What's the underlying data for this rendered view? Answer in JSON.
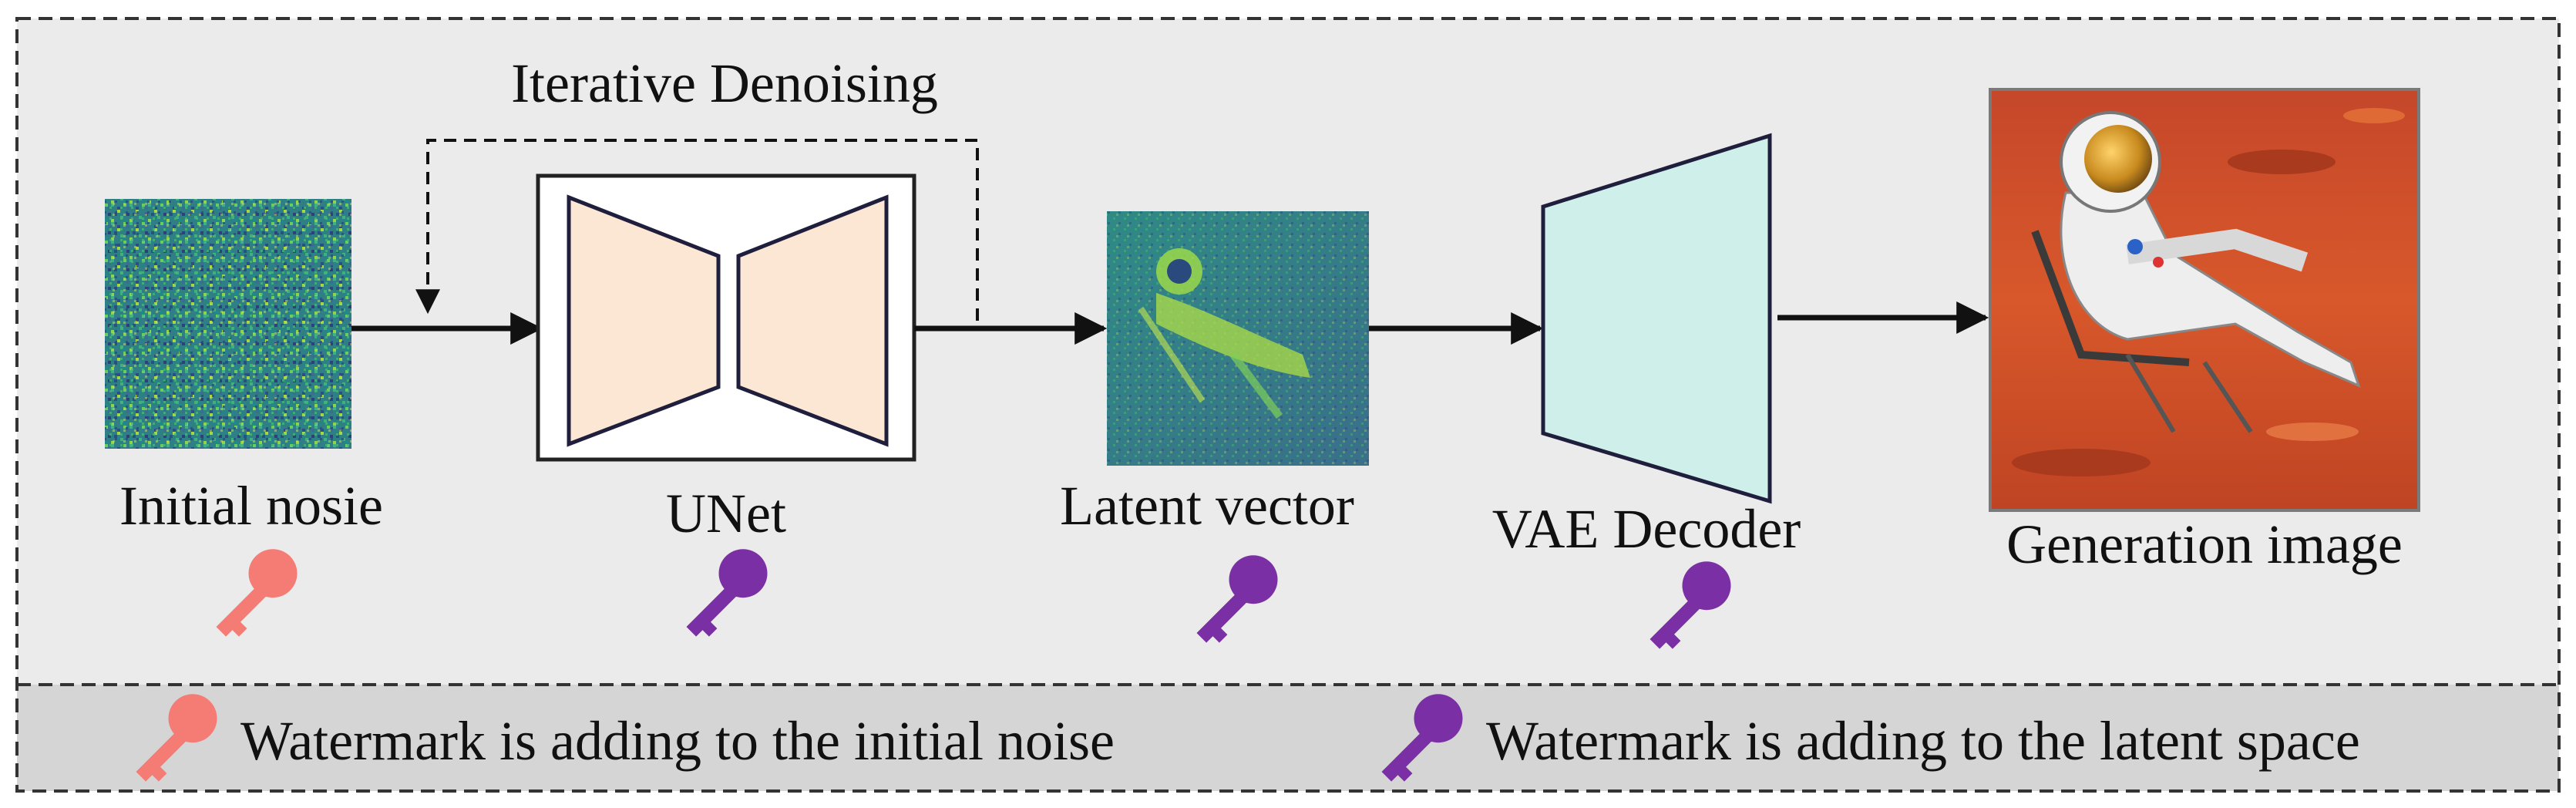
{
  "labels": {
    "iterative": "Iterative Denoising",
    "initial_noise": "Initial nosie",
    "unet": "UNet",
    "latent": "Latent vector",
    "vae": "VAE Decoder",
    "generation": "Generation image"
  },
  "legend": {
    "noise_text": "Watermark is adding to the initial noise",
    "latent_text": "Watermark is adding to the latent space"
  },
  "icons": {
    "noise_key": "key-icon",
    "latent_key": "key-icon"
  },
  "colors": {
    "panel_bg": "#ebebeb",
    "legend_bg": "#d5d5d5",
    "key_noise": "#f47c74",
    "key_latent": "#7b2fa4",
    "unet_fill": "#fbe7d3",
    "vae_fill": "#cff0ea",
    "outline": "#1f1f3d"
  }
}
